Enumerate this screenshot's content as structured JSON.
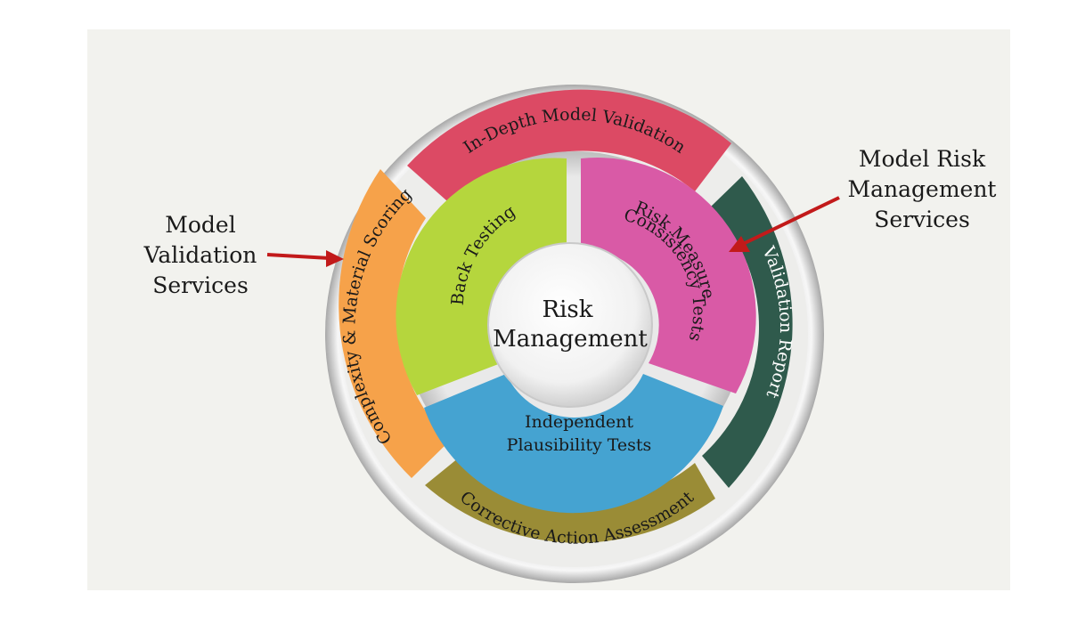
{
  "diagram": {
    "center": {
      "line1": "Risk",
      "line2": "Management"
    },
    "outer_ring": {
      "top": "In-Depth Model Validation",
      "left": "Complexity & Material Scoring",
      "right": "Validation Report",
      "bottom": "Corrective Action Assessment"
    },
    "inner_ring": {
      "back_testing": "Back Testing",
      "risk_measure": {
        "line1": "Risk Measure",
        "line2": "Consistency Tests"
      },
      "plausibility": {
        "line1": "Independent",
        "line2": "Plausibility Tests"
      }
    },
    "callouts": {
      "left": "Model\nValidation\nServices",
      "right": "Model Risk\nManagement\nServices"
    },
    "colors": {
      "top_segment": "#dc4a64",
      "left_segment": "#f6a24a",
      "right_segment": "#2f5a4c",
      "bottom_segment": "#9a8c36",
      "back_testing": "#b5d63d",
      "risk_measure": "#d95aa6",
      "plausibility": "#45a3d1",
      "arrow": "#c21a1a"
    }
  }
}
